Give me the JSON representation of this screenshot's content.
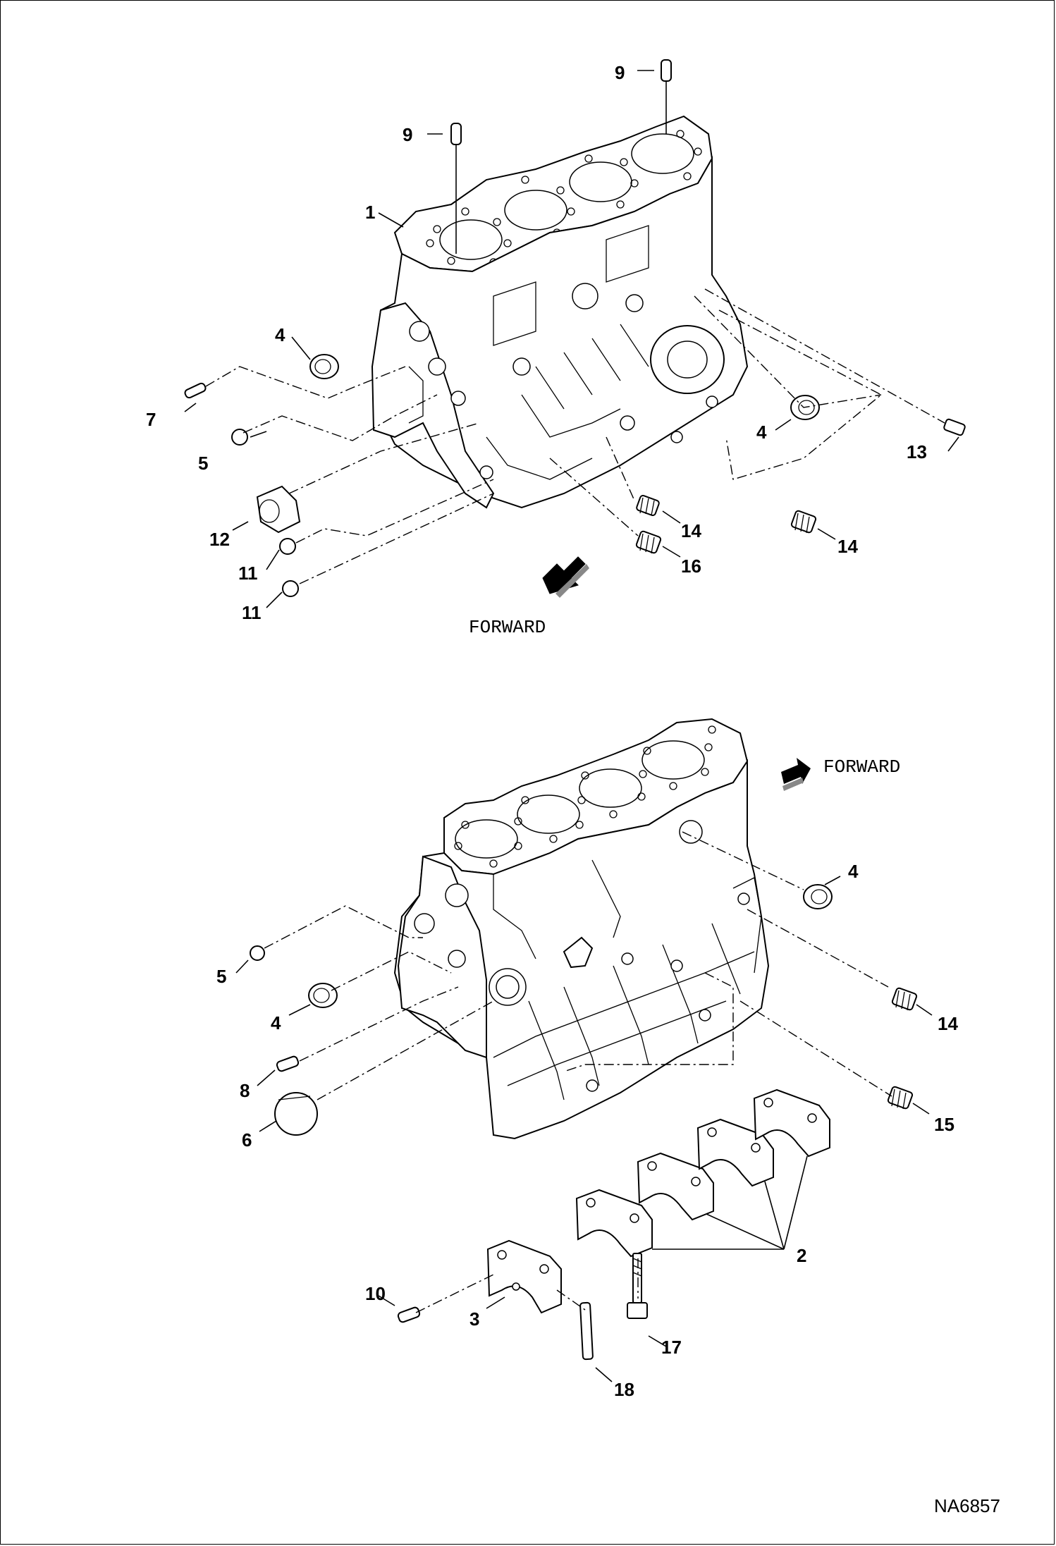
{
  "diagram": {
    "top_view": {
      "forward_label": "FORWARD",
      "callouts": [
        "9",
        "9",
        "1",
        "4",
        "7",
        "5",
        "12",
        "11",
        "11",
        "4",
        "13",
        "14",
        "14",
        "16"
      ]
    },
    "bottom_view": {
      "forward_label": "FORWARD",
      "callouts": [
        "4",
        "5",
        "4",
        "14",
        "8",
        "6",
        "15",
        "2",
        "10",
        "3",
        "17",
        "18"
      ]
    },
    "drawing_number": "NA6857"
  }
}
